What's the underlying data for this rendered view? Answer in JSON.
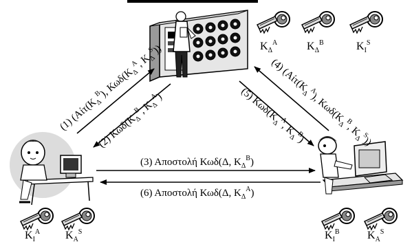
{
  "keys": {
    "server": [
      {
        "base": "K",
        "sub": "Δ",
        "sup": "A"
      },
      {
        "base": "K",
        "sub": "Δ",
        "sup": "B"
      },
      {
        "base": "K",
        "sub": "I",
        "sup": "S"
      }
    ],
    "alice": [
      {
        "base": "K",
        "sub": "I",
        "sup": "A"
      },
      {
        "base": "K",
        "sub": "A",
        "sup": "S"
      }
    ],
    "bob": [
      {
        "base": "K",
        "sub": "I",
        "sup": "B"
      },
      {
        "base": "K",
        "sub": "A",
        "sup": "S"
      }
    ]
  },
  "messages": {
    "m1": {
      "pre": "(1) (Αίτ(K",
      "s1": "Δ",
      "p1": "B",
      "mid": "), Κωδ(K",
      "s2": "Δ",
      "p2": "A",
      "mid2": ", K",
      "s3": "Δ",
      "p3": "S",
      "post": "))"
    },
    "m2": {
      "pre": "(2) Κωδ(K",
      "s1": "Δ",
      "p1": "B",
      "mid": ", K",
      "s2": "Δ",
      "p2": "A",
      "post": ")"
    },
    "m3": {
      "pre": "(3) Αποστολή Κωδ(Δ, K",
      "s1": "Δ",
      "p1": "B",
      "post": ")"
    },
    "m4": {
      "pre": "(4) (Αίτ(K",
      "s1": "Δ",
      "p1": "A",
      "mid": "), Κωδ(K",
      "s2": "Δ",
      "p2": "B",
      "mid2": ", K",
      "s3": "Δ",
      "p3": "S",
      "post": "))"
    },
    "m5": {
      "pre": "(5) Κωδ(K",
      "s1": "Δ",
      "p1": "A",
      "mid": ", K",
      "s2": "Δ",
      "p2": "B",
      "post": ")"
    },
    "m6": {
      "pre": "(6) Αποστολή Κωδ(Δ, K",
      "s1": "Δ",
      "p1": "A",
      "post": ")"
    }
  }
}
